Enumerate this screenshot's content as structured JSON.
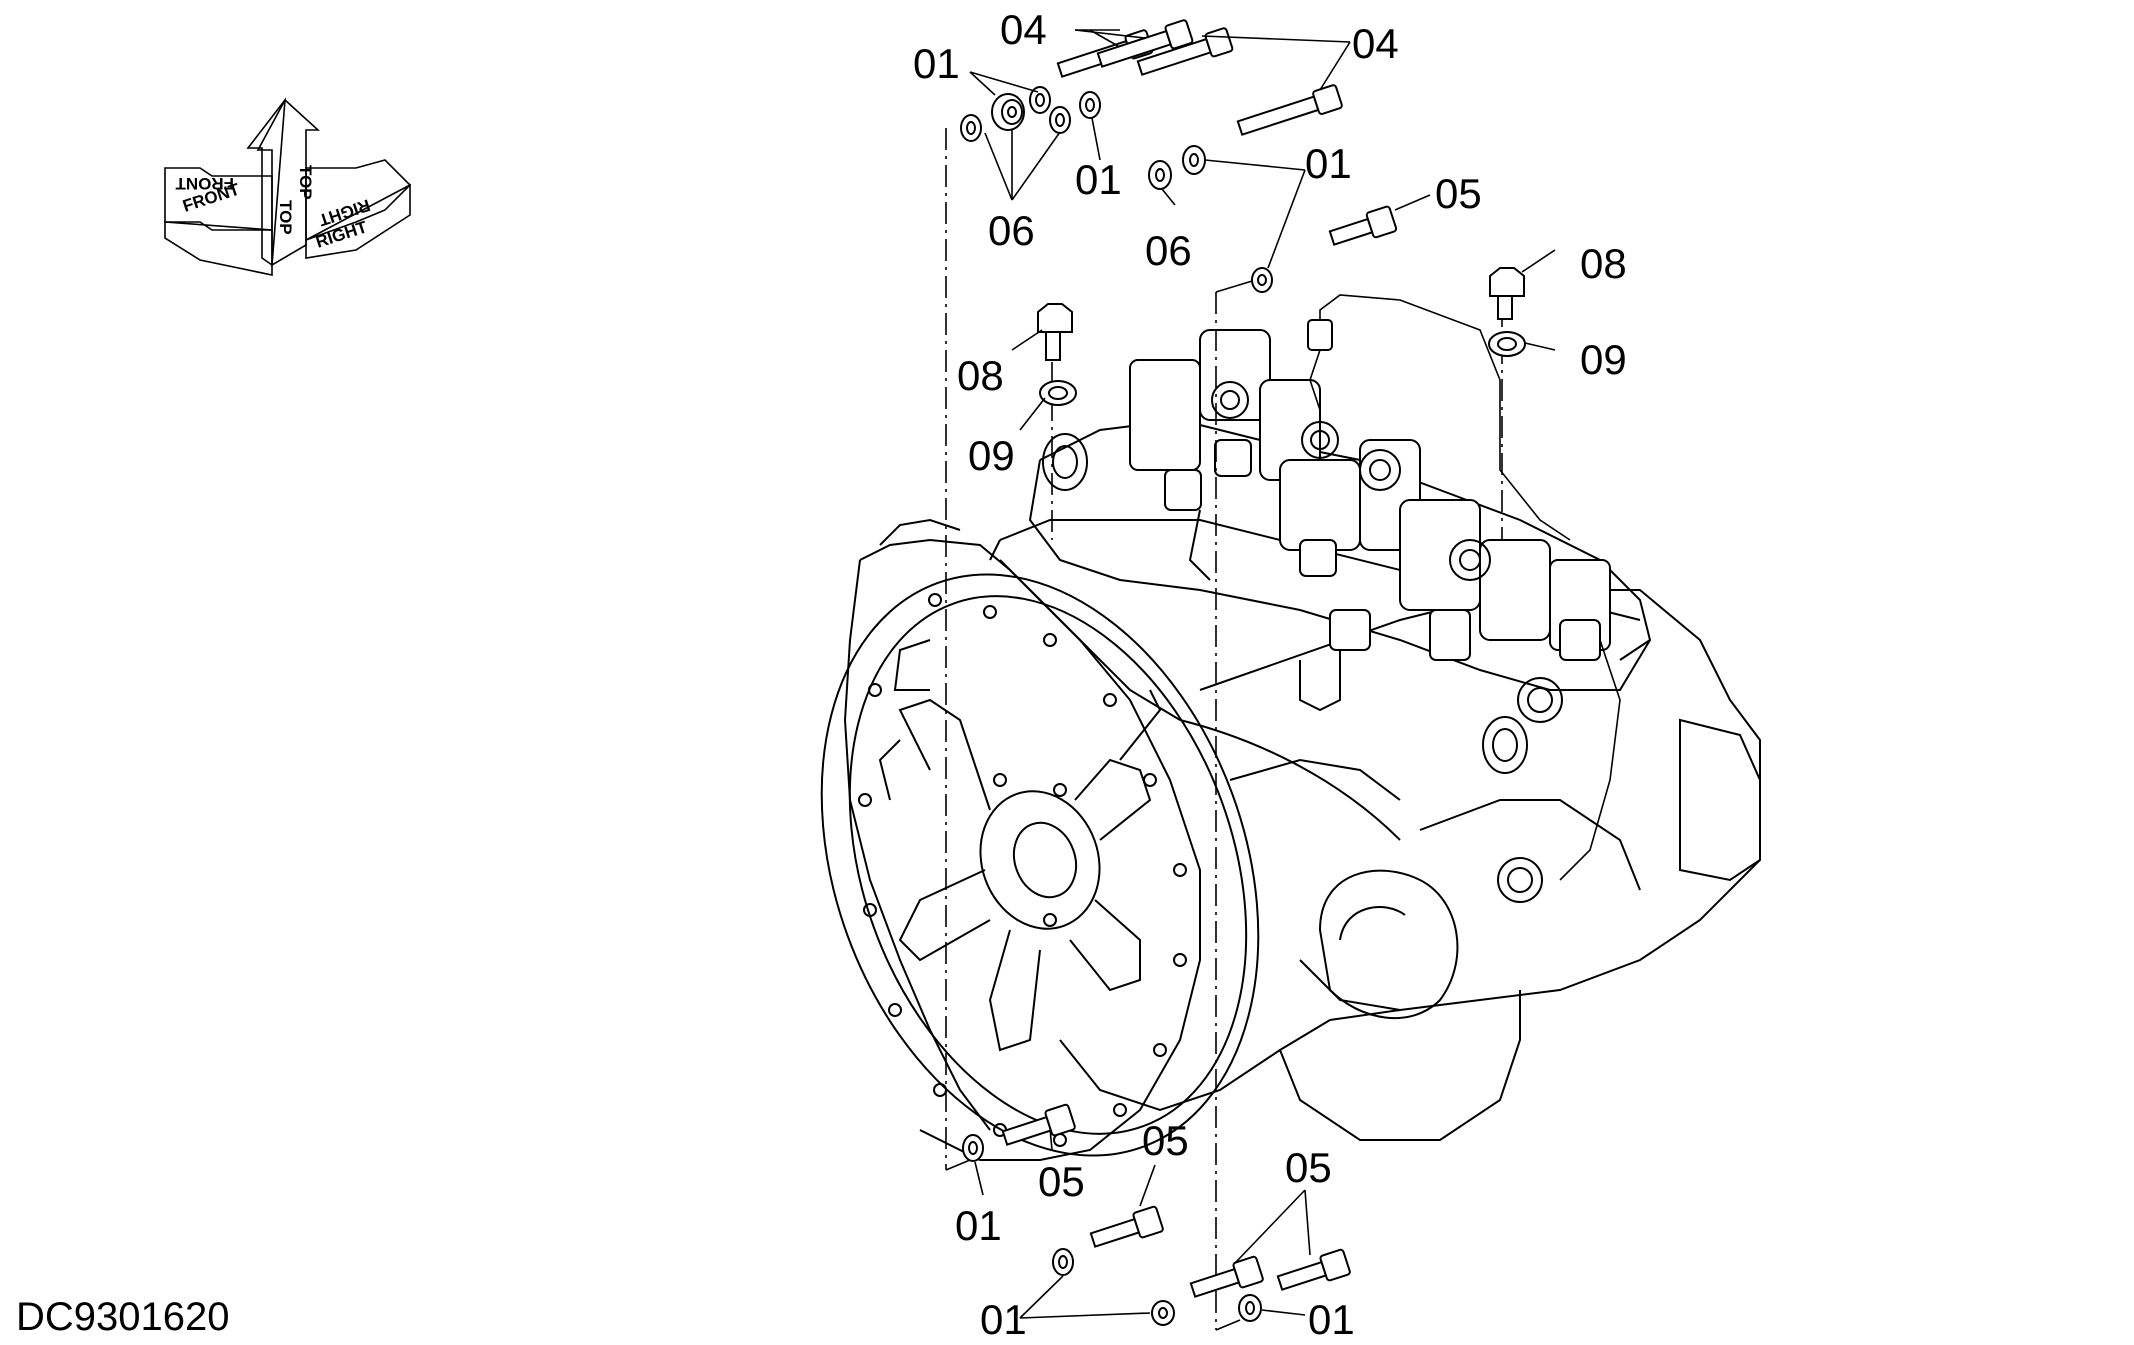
{
  "drawing_code": "DC9301620",
  "orientation": {
    "top": "TOP",
    "front": "FRONT",
    "right": "RIGHT"
  },
  "callouts": [
    "01",
    "04",
    "05",
    "06",
    "08",
    "09"
  ]
}
